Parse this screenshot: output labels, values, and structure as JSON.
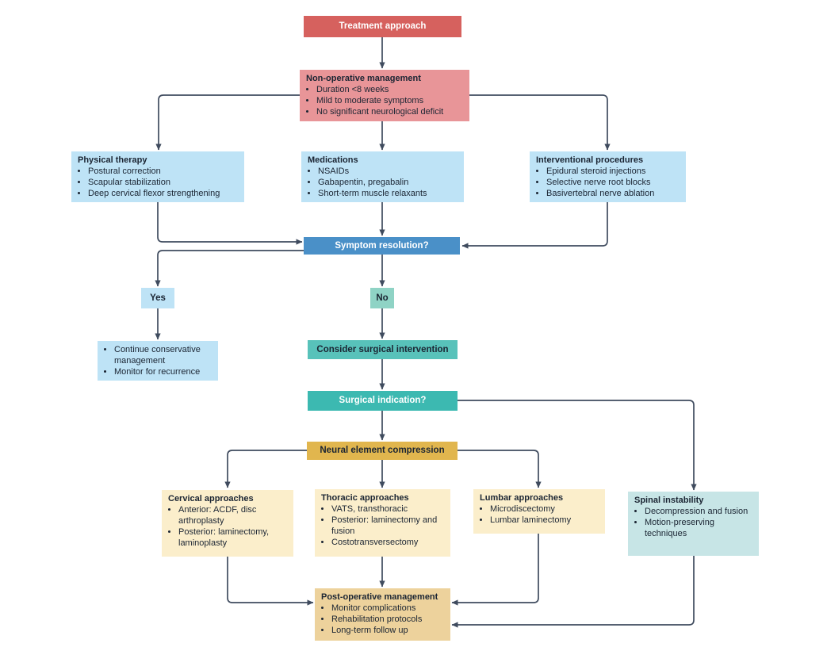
{
  "palette": {
    "red": "#d6615e",
    "pink": "#e89598",
    "light_blue": "#bee3f6",
    "blue": "#4a90c8",
    "teal_light": "#8fd3c5",
    "teal": "#58c2ba",
    "teal_strong": "#3cb9b1",
    "gold": "#e1b64e",
    "cream": "#fbeecb",
    "pale_teal": "#c7e5e6",
    "tan": "#edd29c",
    "ink": "#1b2533",
    "connector": "#3f4b5e"
  },
  "nodes": {
    "treatment_approach": {
      "label": "Treatment approach"
    },
    "non_operative": {
      "title": "Non-operative management",
      "bullets": [
        "Duration <8 weeks",
        "Mild to moderate symptoms",
        "No significant neurological deficit"
      ]
    },
    "physical_therapy": {
      "title": "Physical therapy",
      "bullets": [
        "Postural correction",
        "Scapular stabilization",
        "Deep cervical flexor strengthening"
      ]
    },
    "medications": {
      "title": "Medications",
      "bullets": [
        "NSAIDs",
        "Gabapentin, pregabalin",
        "Short-term muscle relaxants"
      ]
    },
    "interventional": {
      "title": "Interventional procedures",
      "bullets": [
        "Epidural steroid injections",
        "Selective nerve root blocks",
        "Basivertebral nerve ablation"
      ]
    },
    "symptom_resolution": {
      "label": "Symptom resolution?"
    },
    "yes": {
      "label": "Yes"
    },
    "no": {
      "label": "No"
    },
    "continue_conservative": {
      "bullets": [
        "Continue conservative management",
        "Monitor for recurrence"
      ]
    },
    "consider_surgical": {
      "label": "Consider surgical intervention"
    },
    "surgical_indication": {
      "label": "Surgical indication?"
    },
    "neural_compression": {
      "label": "Neural element compression"
    },
    "cervical": {
      "title": "Cervical approaches",
      "bullets": [
        "Anterior: ACDF, disc arthroplasty",
        "Posterior: laminectomy, laminoplasty"
      ]
    },
    "thoracic": {
      "title": "Thoracic approaches",
      "bullets": [
        "VATS, transthoracic",
        "Posterior: laminectomy and fusion",
        "Costotransversectomy"
      ]
    },
    "lumbar": {
      "title": "Lumbar approaches",
      "bullets": [
        "Microdiscectomy",
        "Lumbar laminectomy"
      ]
    },
    "spinal_instability": {
      "title": "Spinal instability",
      "bullets": [
        "Decompression and fusion",
        "Motion-preserving techniques"
      ]
    },
    "post_operative": {
      "title": "Post-operative management",
      "bullets": [
        "Monitor complications",
        "Rehabilitation protocols",
        "Long-term follow up"
      ]
    }
  }
}
